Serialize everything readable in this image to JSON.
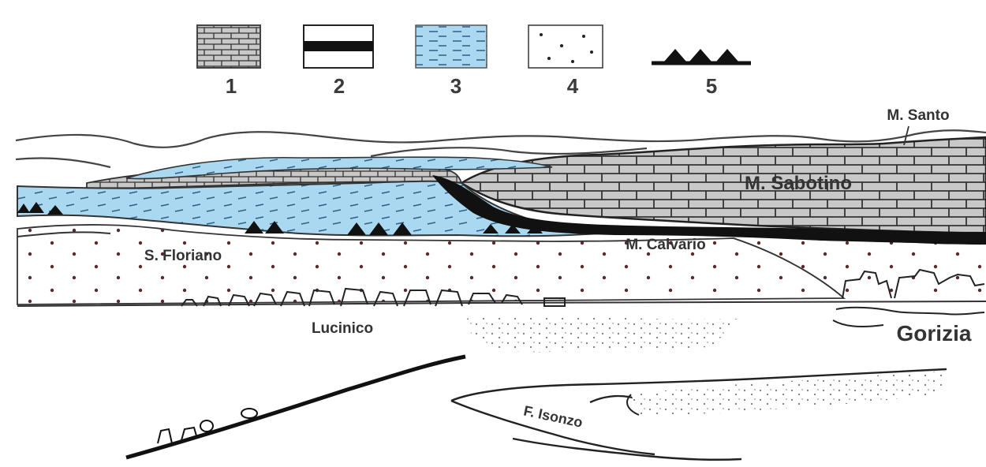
{
  "legend": [
    {
      "number": "1",
      "pattern": "limestone-brick",
      "color": "#c8c8c8"
    },
    {
      "number": "2",
      "pattern": "black-band",
      "color": "#111111"
    },
    {
      "number": "3",
      "pattern": "blue-dashed",
      "color": "#a9d8f0"
    },
    {
      "number": "4",
      "pattern": "dotted-sand",
      "color": "#ffffff"
    },
    {
      "number": "5",
      "pattern": "thrust-teeth",
      "color": "#111111"
    }
  ],
  "places": {
    "m_santo": "M. Santo",
    "m_sabotino": "M. Sabotino",
    "s_floriano": "S. Floriano",
    "m_calvario": "M. Calvario",
    "lucinico": "Lucinico",
    "gorizia": "Gorizia",
    "f_isonzo": "F. Isonzo"
  },
  "colors": {
    "limestone": "#c8c8c8",
    "flysch": "#a9d8f0",
    "fault": "#111111",
    "outline": "#2a2a2a"
  }
}
